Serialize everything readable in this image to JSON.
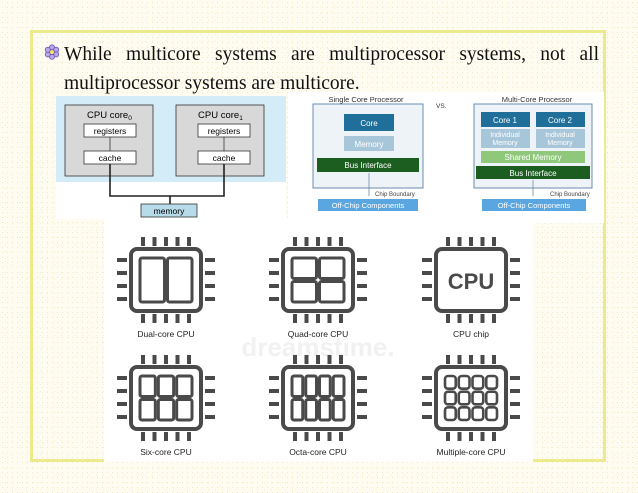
{
  "slide": {
    "bullet_text": "While multicore systems are multiprocessor systems, not all multiprocessor systems are multicore."
  },
  "diagram_left": {
    "core0_label": "CPU core",
    "core0_sub": "0",
    "core1_label": "CPU core",
    "core1_sub": "1",
    "registers_label": "registers",
    "cache_label": "cache",
    "memory_label": "memory"
  },
  "diagram_right": {
    "single_title": "Single Core Processor",
    "vs_label": "VS.",
    "multi_title": "Multi-Core Processor",
    "core_label": "Core",
    "memory_label": "Memory",
    "bus_label": "Bus Interface",
    "chip_boundary": "Chip Boundary",
    "offchip_label": "Off-Chip Components",
    "core1_label": "Core 1",
    "core2_label": "Core 2",
    "individual_memory": "Individual Memory",
    "shared_memory": "Shared Memory"
  },
  "chip_grid": {
    "watermark": "dreamstime.",
    "captions": [
      "Dual-core CPU",
      "Quad-core CPU",
      "CPU chip",
      "Six-core CPU",
      "Octa-core CPU",
      "Multiple-core CPU"
    ],
    "cpu_text": "CPU"
  },
  "colors": {
    "frame": "#ecea8c",
    "blue_block": "#1f6f9a",
    "memory_block": "#a8c6d9",
    "bus_green": "#1b5e20",
    "offchip_blue": "#5aa6e0",
    "left_fig_bg": "#cfe8f4",
    "chip_grey": "#4a4a4a"
  }
}
